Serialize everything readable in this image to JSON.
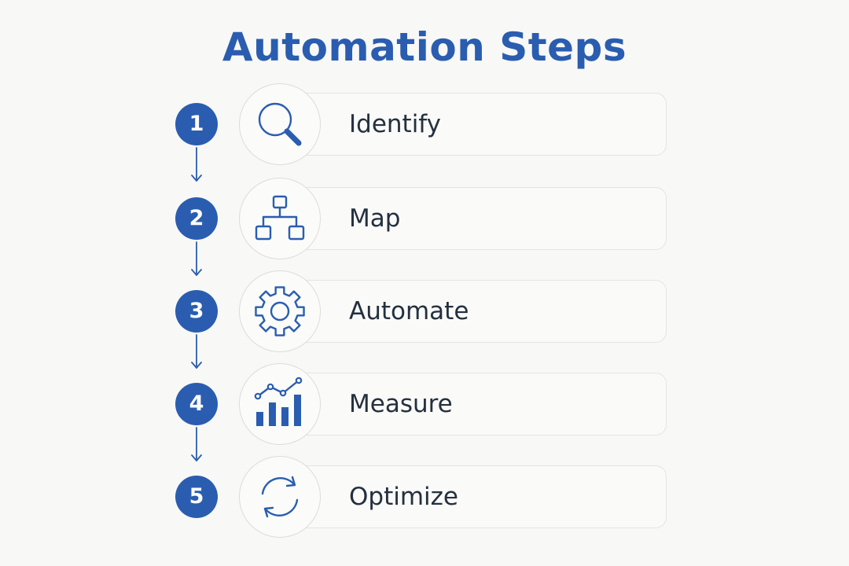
{
  "title": "Automation Steps",
  "colors": {
    "accent": "#2a5db0",
    "text": "#24303f",
    "background": "#f8f8f6"
  },
  "steps": [
    {
      "number": "1",
      "label": "Identify",
      "icon": "magnifier-icon"
    },
    {
      "number": "2",
      "label": "Map",
      "icon": "flowchart-icon"
    },
    {
      "number": "3",
      "label": "Automate",
      "icon": "gear-icon"
    },
    {
      "number": "4",
      "label": "Measure",
      "icon": "bar-chart-icon"
    },
    {
      "number": "5",
      "label": "Optimize",
      "icon": "refresh-icon"
    }
  ]
}
